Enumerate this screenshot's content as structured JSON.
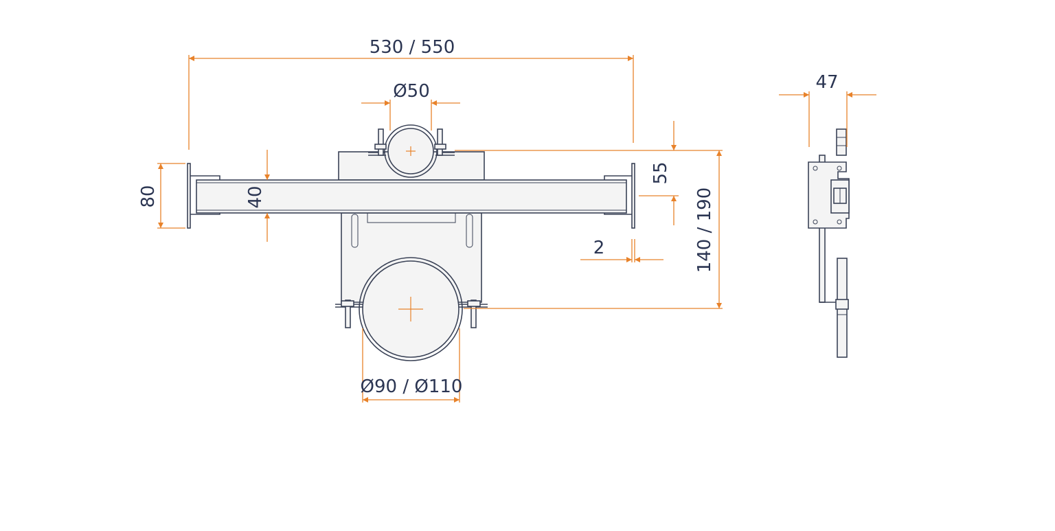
{
  "drawing": {
    "views": [
      "front-view",
      "side-view"
    ],
    "colors": {
      "part_outline": "#3a4256",
      "part_fill": "#f4f4f4",
      "dimension_lines": "#e8822a",
      "dimension_text": "#2b3552",
      "background": "#ffffff"
    },
    "dimensions": {
      "overall_width": "530 / 550",
      "small_pipe_diameter": "Ø50",
      "flange_height": "80",
      "bar_height": "40",
      "top_offset": "55",
      "plate_gap": "2",
      "pipe_spacing": "140 / 190",
      "large_pipe_diameter": "Ø90 / Ø110",
      "side_depth": "47"
    }
  }
}
